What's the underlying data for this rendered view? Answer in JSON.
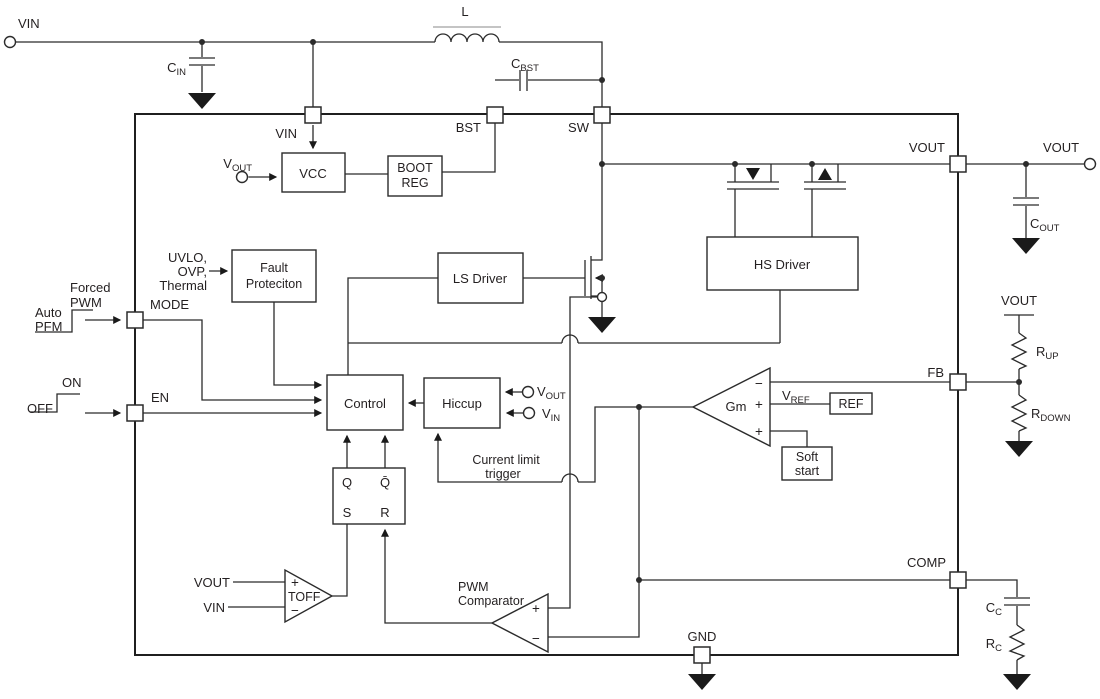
{
  "colors": {
    "wire": "#2b2b2b",
    "ink": "#231f20",
    "bg": "#ffffff"
  },
  "ic_pins": {
    "vin": "VIN",
    "bst": "BST",
    "sw": "SW",
    "vout": "VOUT",
    "fb": "FB",
    "comp": "COMP",
    "gnd": "GND",
    "mode": "MODE",
    "en": "EN"
  },
  "blocks": {
    "vcc": "VCC",
    "boot_reg_line1": "BOOT",
    "boot_reg_line2": "REG",
    "fault_line1": "Fault",
    "fault_line2": "Proteciton",
    "ls_driver": "LS Driver",
    "hs_driver": "HS Driver",
    "control": "Control",
    "hiccup": "Hiccup",
    "ref": "REF",
    "soft_start_line1": "Soft",
    "soft_start_line2": "start"
  },
  "flipflop": {
    "q": "Q",
    "q_bar": "Q̄",
    "s": "S",
    "r": "R"
  },
  "comparators": {
    "toff": "TOFF",
    "toff_plus": "+",
    "toff_minus": "−",
    "pwm_line1": "PWM",
    "pwm_line2": "Comparator",
    "pwm_plus": "+",
    "pwm_minus": "−",
    "gm": "Gm",
    "gm_minus": "−",
    "gm_plus_mid": "+",
    "gm_plus_bot": "+"
  },
  "signals": {
    "vin_source": "VIN",
    "inductor": "L",
    "forced": "Forced",
    "forced_pwm": "PWM",
    "auto": "Auto",
    "auto_pfm": "PFM",
    "on": "ON",
    "off": "OFF",
    "uvlo_line1": "UVLO,",
    "uvlo_line2": "OVP,",
    "uvlo_line3": "Thermal",
    "toff_vout": "VOUT",
    "toff_vin": "VIN",
    "current_limit_line1": "Current limit",
    "current_limit_line2": "trigger",
    "vout_terminal": "VOUT",
    "vout_rail": "VOUT"
  },
  "sub_labels": {
    "cin": {
      "main": "C",
      "sub": "IN"
    },
    "cbst": {
      "main": "C",
      "sub": "BST"
    },
    "cout": {
      "main": "C",
      "sub": "OUT"
    },
    "vcc_vout": {
      "main": "V",
      "sub": "OUT"
    },
    "hiccup_vout": {
      "main": "V",
      "sub": "OUT"
    },
    "hiccup_vin": {
      "main": "V",
      "sub": "IN"
    },
    "vref": {
      "main": "V",
      "sub": "REF"
    },
    "rup": {
      "main": "R",
      "sub": "UP"
    },
    "rdown": {
      "main": "R",
      "sub": "DOWN"
    },
    "cc": {
      "main": "C",
      "sub": "C"
    },
    "rc": {
      "main": "R",
      "sub": "C"
    }
  }
}
